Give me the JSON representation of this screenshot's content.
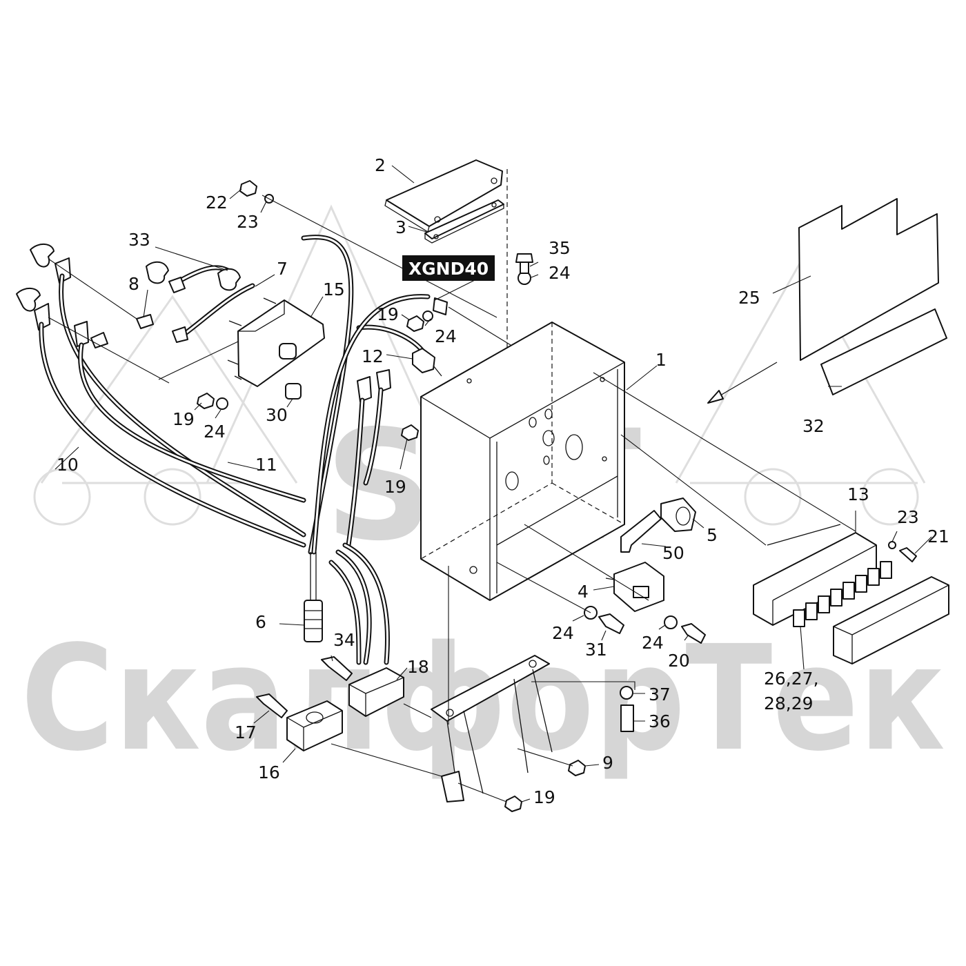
{
  "watermark": {
    "logo_letters": "SFT",
    "brand_text": "СкалфорТек",
    "color": "#d6d6d6"
  },
  "tag": {
    "label": "XGND40",
    "background": "#111111",
    "text_color": "#ffffff"
  },
  "callouts": {
    "c1": "1",
    "c2": "2",
    "c3": "3",
    "c4": "4",
    "c5": "5",
    "c6": "6",
    "c7": "7",
    "c8": "8",
    "c9": "9",
    "c10": "10",
    "c11": "11",
    "c12": "12",
    "c13": "13",
    "c15": "15",
    "c16": "16",
    "c17": "17",
    "c18": "18",
    "c19a": "19",
    "c19b": "19",
    "c19c": "19",
    "c19d": "19",
    "c20": "20",
    "c21": "21",
    "c22": "22",
    "c23a": "23",
    "c23b": "23",
    "c24a": "24",
    "c24b": "24",
    "c24c": "24",
    "c24d": "24",
    "c24e": "24",
    "c25": "25",
    "c26_line1": "26,27,",
    "c26_line2": "28,29",
    "c30": "30",
    "c31": "31",
    "c32": "32",
    "c33": "33",
    "c34": "34",
    "c35": "35",
    "c36": "36",
    "c37": "37",
    "c50": "50"
  },
  "colors": {
    "line": "#111111",
    "background": "#ffffff"
  }
}
